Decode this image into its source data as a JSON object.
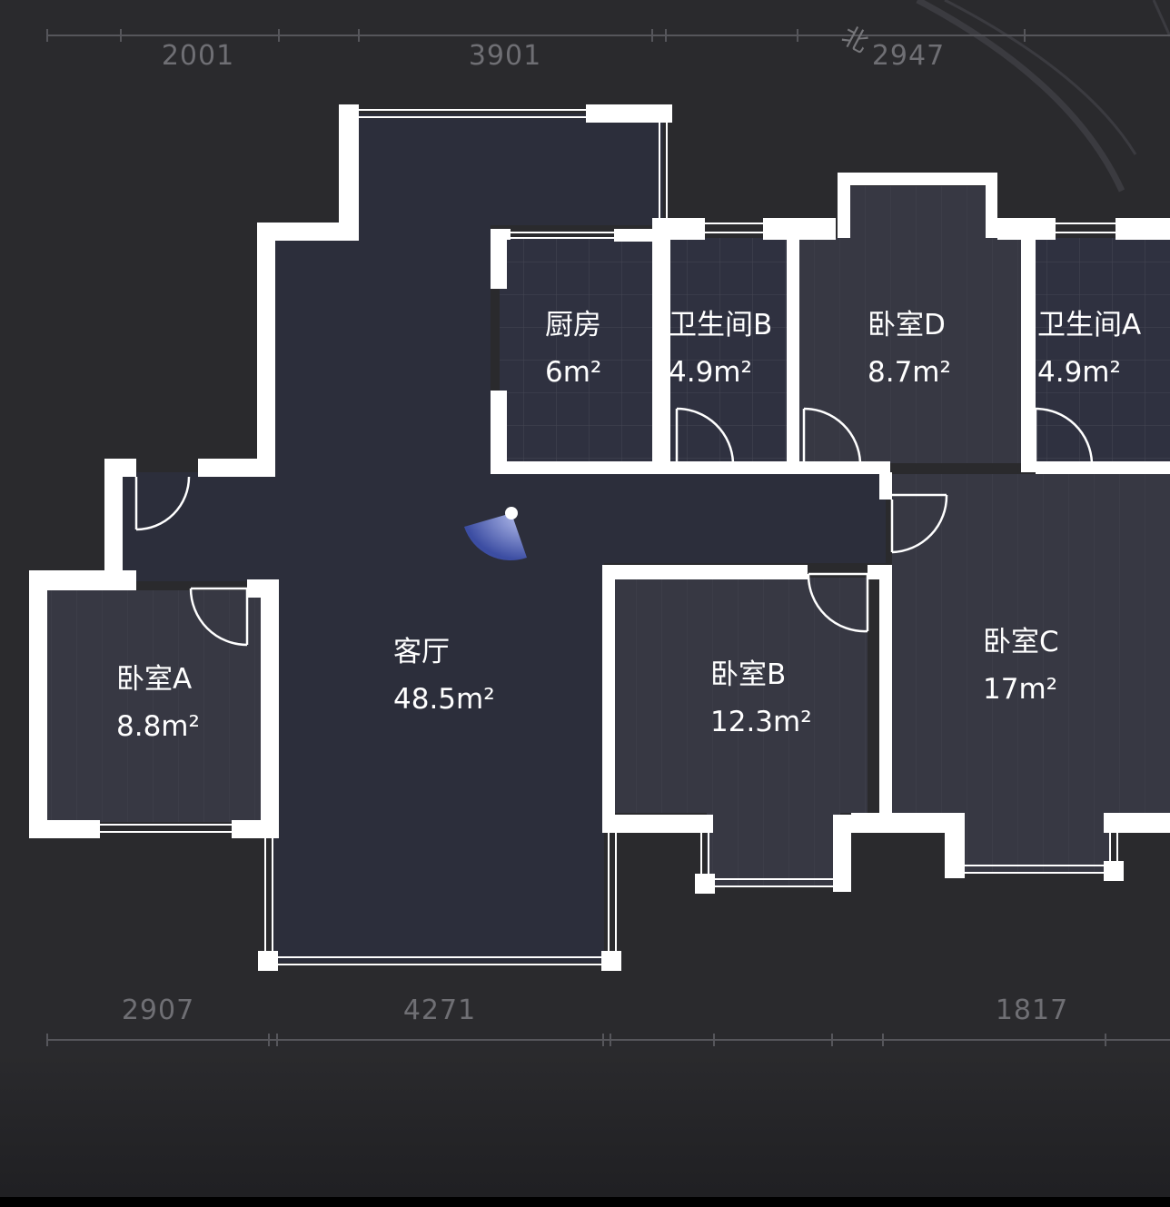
{
  "dimensions": {
    "top": [
      "2001",
      "3901",
      "2947"
    ],
    "bottom": [
      "2907",
      "4271",
      "1817"
    ]
  },
  "compass": {
    "north_label": "北"
  },
  "rooms": {
    "kitchen": {
      "name": "厨房",
      "area": "6m²"
    },
    "bath_b": {
      "name": "卫生间B",
      "area": "4.9m²"
    },
    "bed_d": {
      "name": "卧室D",
      "area": "8.7m²"
    },
    "bath_a": {
      "name": "卫生间A",
      "area": "4.9m²"
    },
    "living": {
      "name": "客厅",
      "area": "48.5m²"
    },
    "bed_a": {
      "name": "卧室A",
      "area": "8.8m²"
    },
    "bed_b": {
      "name": "卧室B",
      "area": "12.3m²"
    },
    "bed_c": {
      "name": "卧室C",
      "area": "17m²"
    }
  },
  "colors": {
    "background": "#2a2a2d",
    "floor_living": "#2c2e3b",
    "floor_room": "#373843",
    "wall": "#ffffff",
    "dimension_text": "#6f6f74",
    "view_marker": "#6d7fd6"
  }
}
